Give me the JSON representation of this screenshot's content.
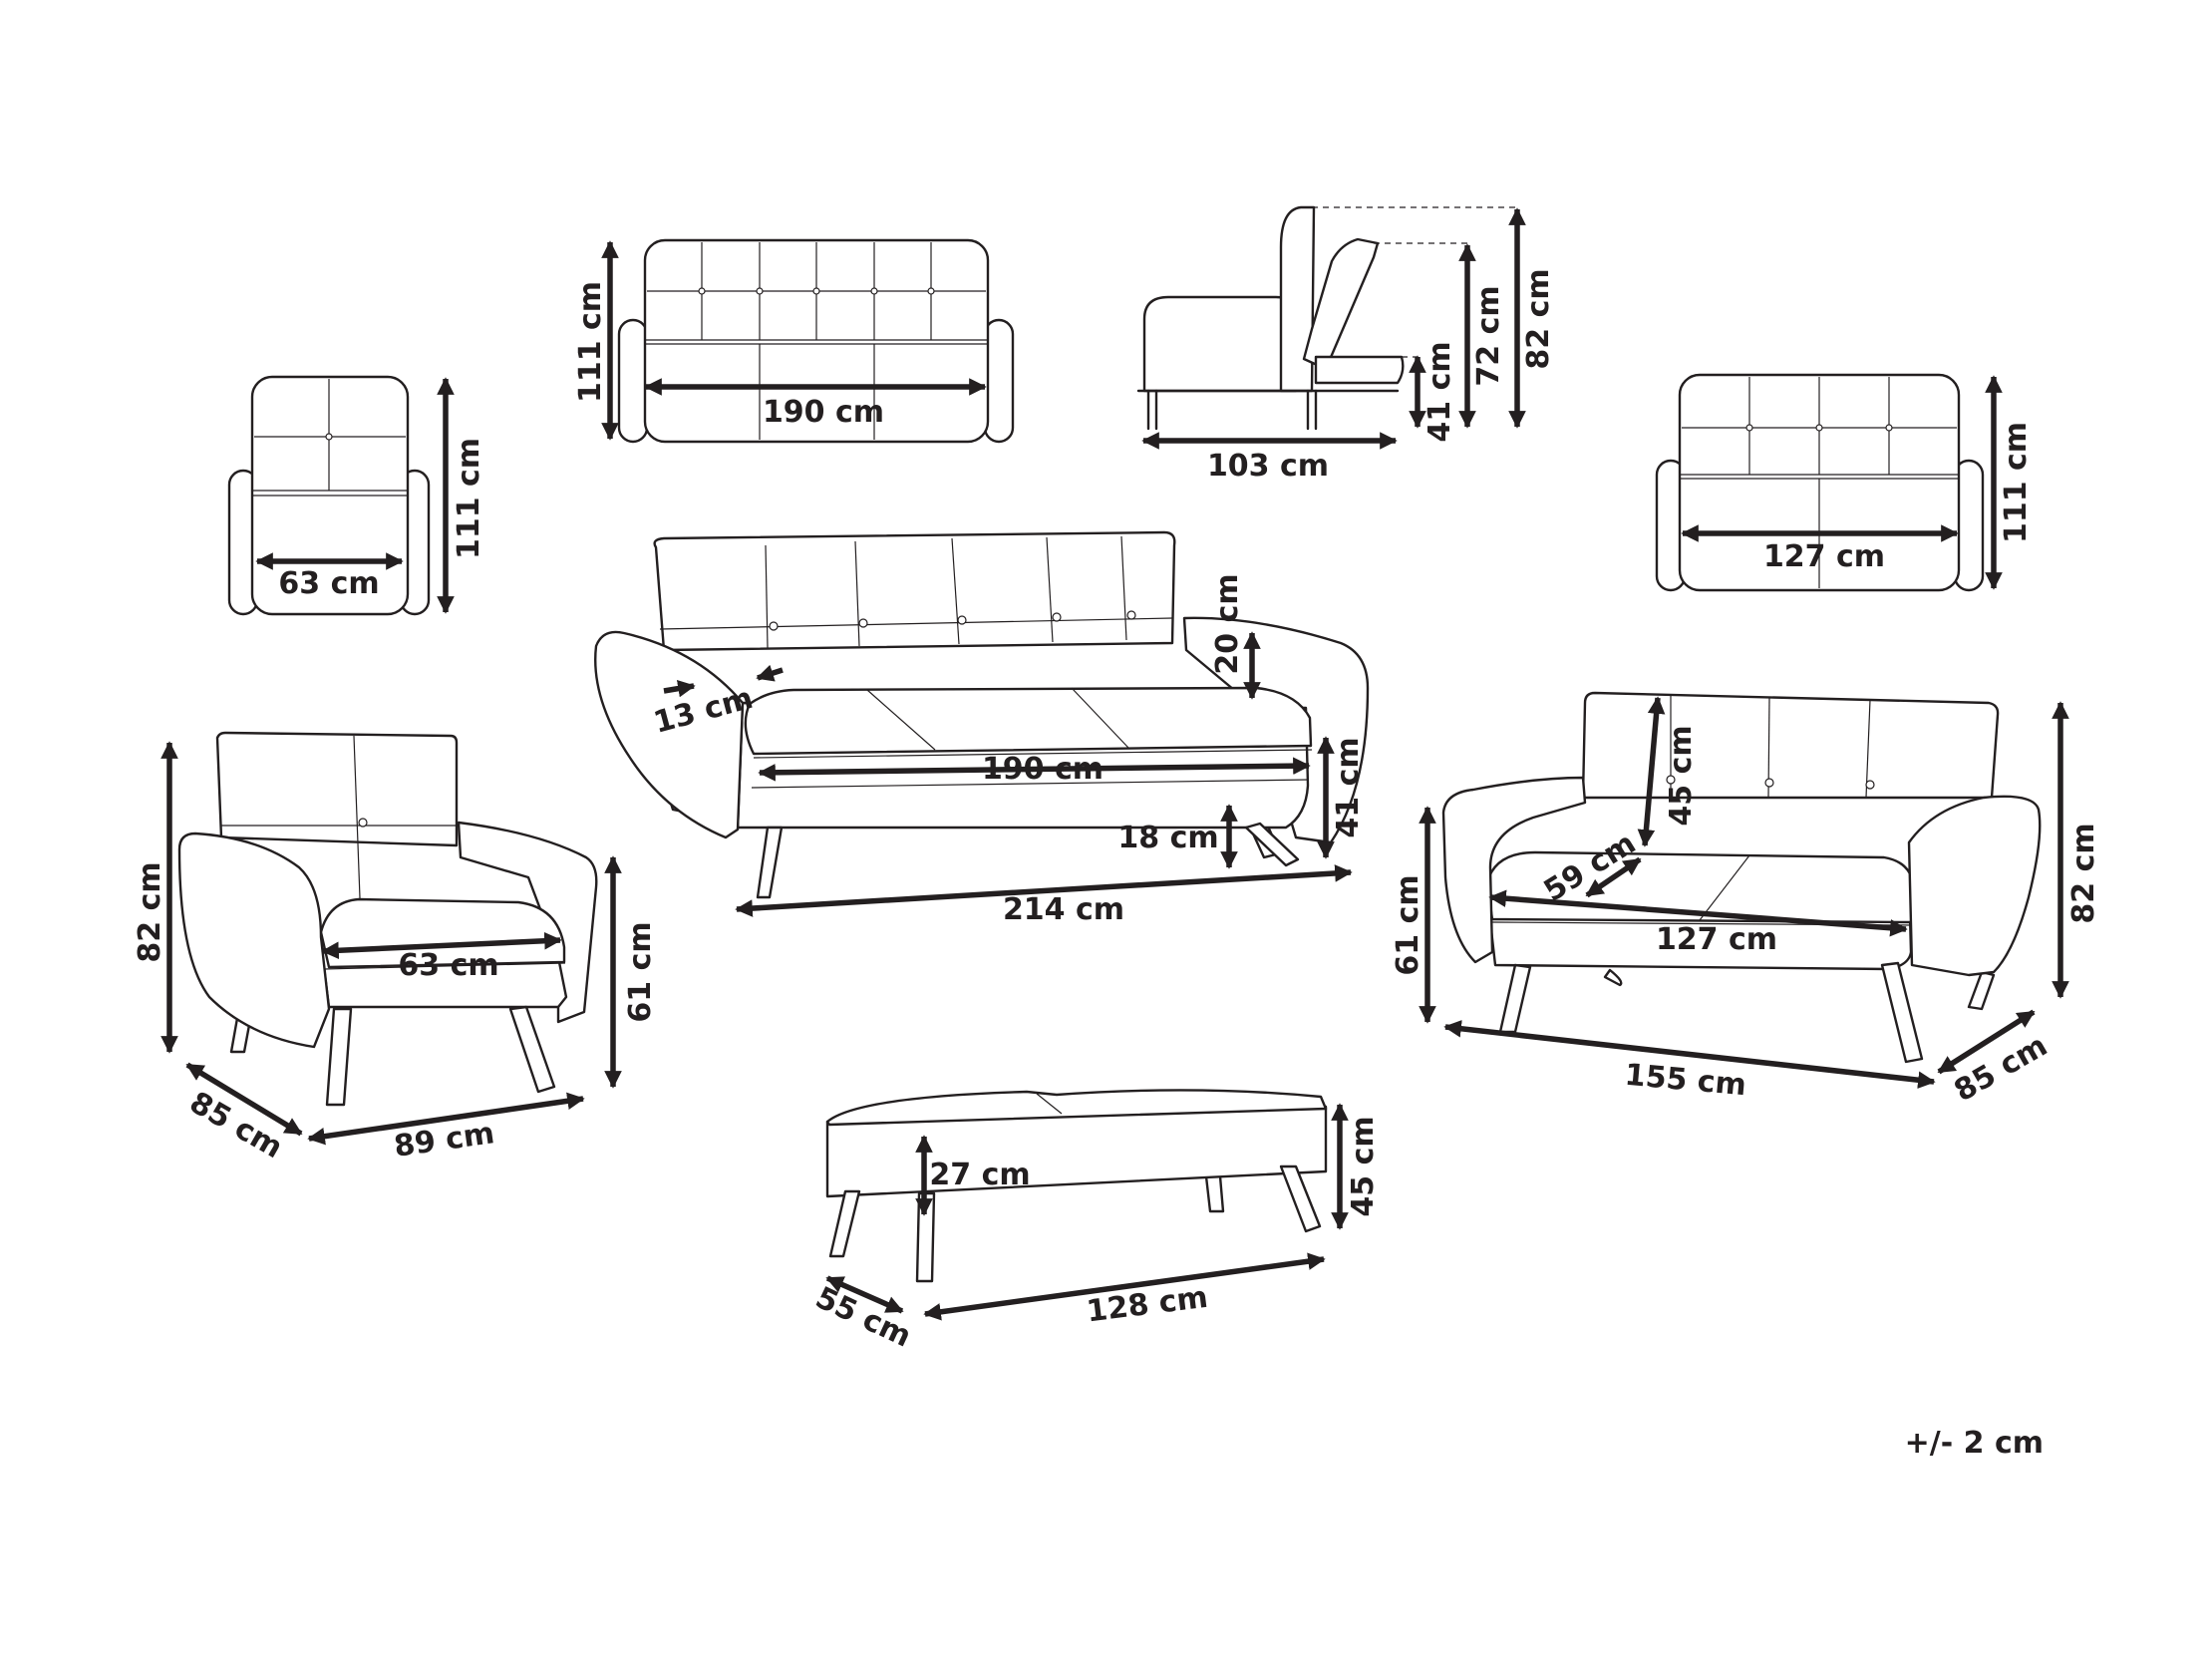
{
  "colors": {
    "ink": "#231f20",
    "paper": "#ffffff"
  },
  "tolerance": "+/- 2 cm",
  "chair_front": {
    "height": "111 cm",
    "seat_width": "63 cm"
  },
  "sofa3_front": {
    "height": "111 cm",
    "seat_width": "190 cm"
  },
  "sofa_side": {
    "depth": "103 cm",
    "seat_height": "41 cm",
    "reclined_height": "72 cm",
    "total_height": "82 cm"
  },
  "sofa2_front": {
    "height": "111 cm",
    "seat_width": "127 cm"
  },
  "sofa3_persp": {
    "arm_width": "13 cm",
    "back_height": "20 cm",
    "seat_width": "190 cm",
    "seat_height": "41 cm",
    "leg_height": "18 cm",
    "width": "214 cm"
  },
  "armchair": {
    "height": "82 cm",
    "seat_width": "63 cm",
    "seat_height": "61 cm",
    "depth": "85 cm",
    "width": "89 cm"
  },
  "sofa2_persp": {
    "back_height": "45 cm",
    "seat_depth": "59 cm",
    "seat_width": "127 cm",
    "seat_height": "61 cm",
    "height": "82 cm",
    "width": "155 cm",
    "depth": "85 cm"
  },
  "ottoman": {
    "top_height": "27 cm",
    "height": "45 cm",
    "depth": "55 cm",
    "width": "128 cm"
  }
}
